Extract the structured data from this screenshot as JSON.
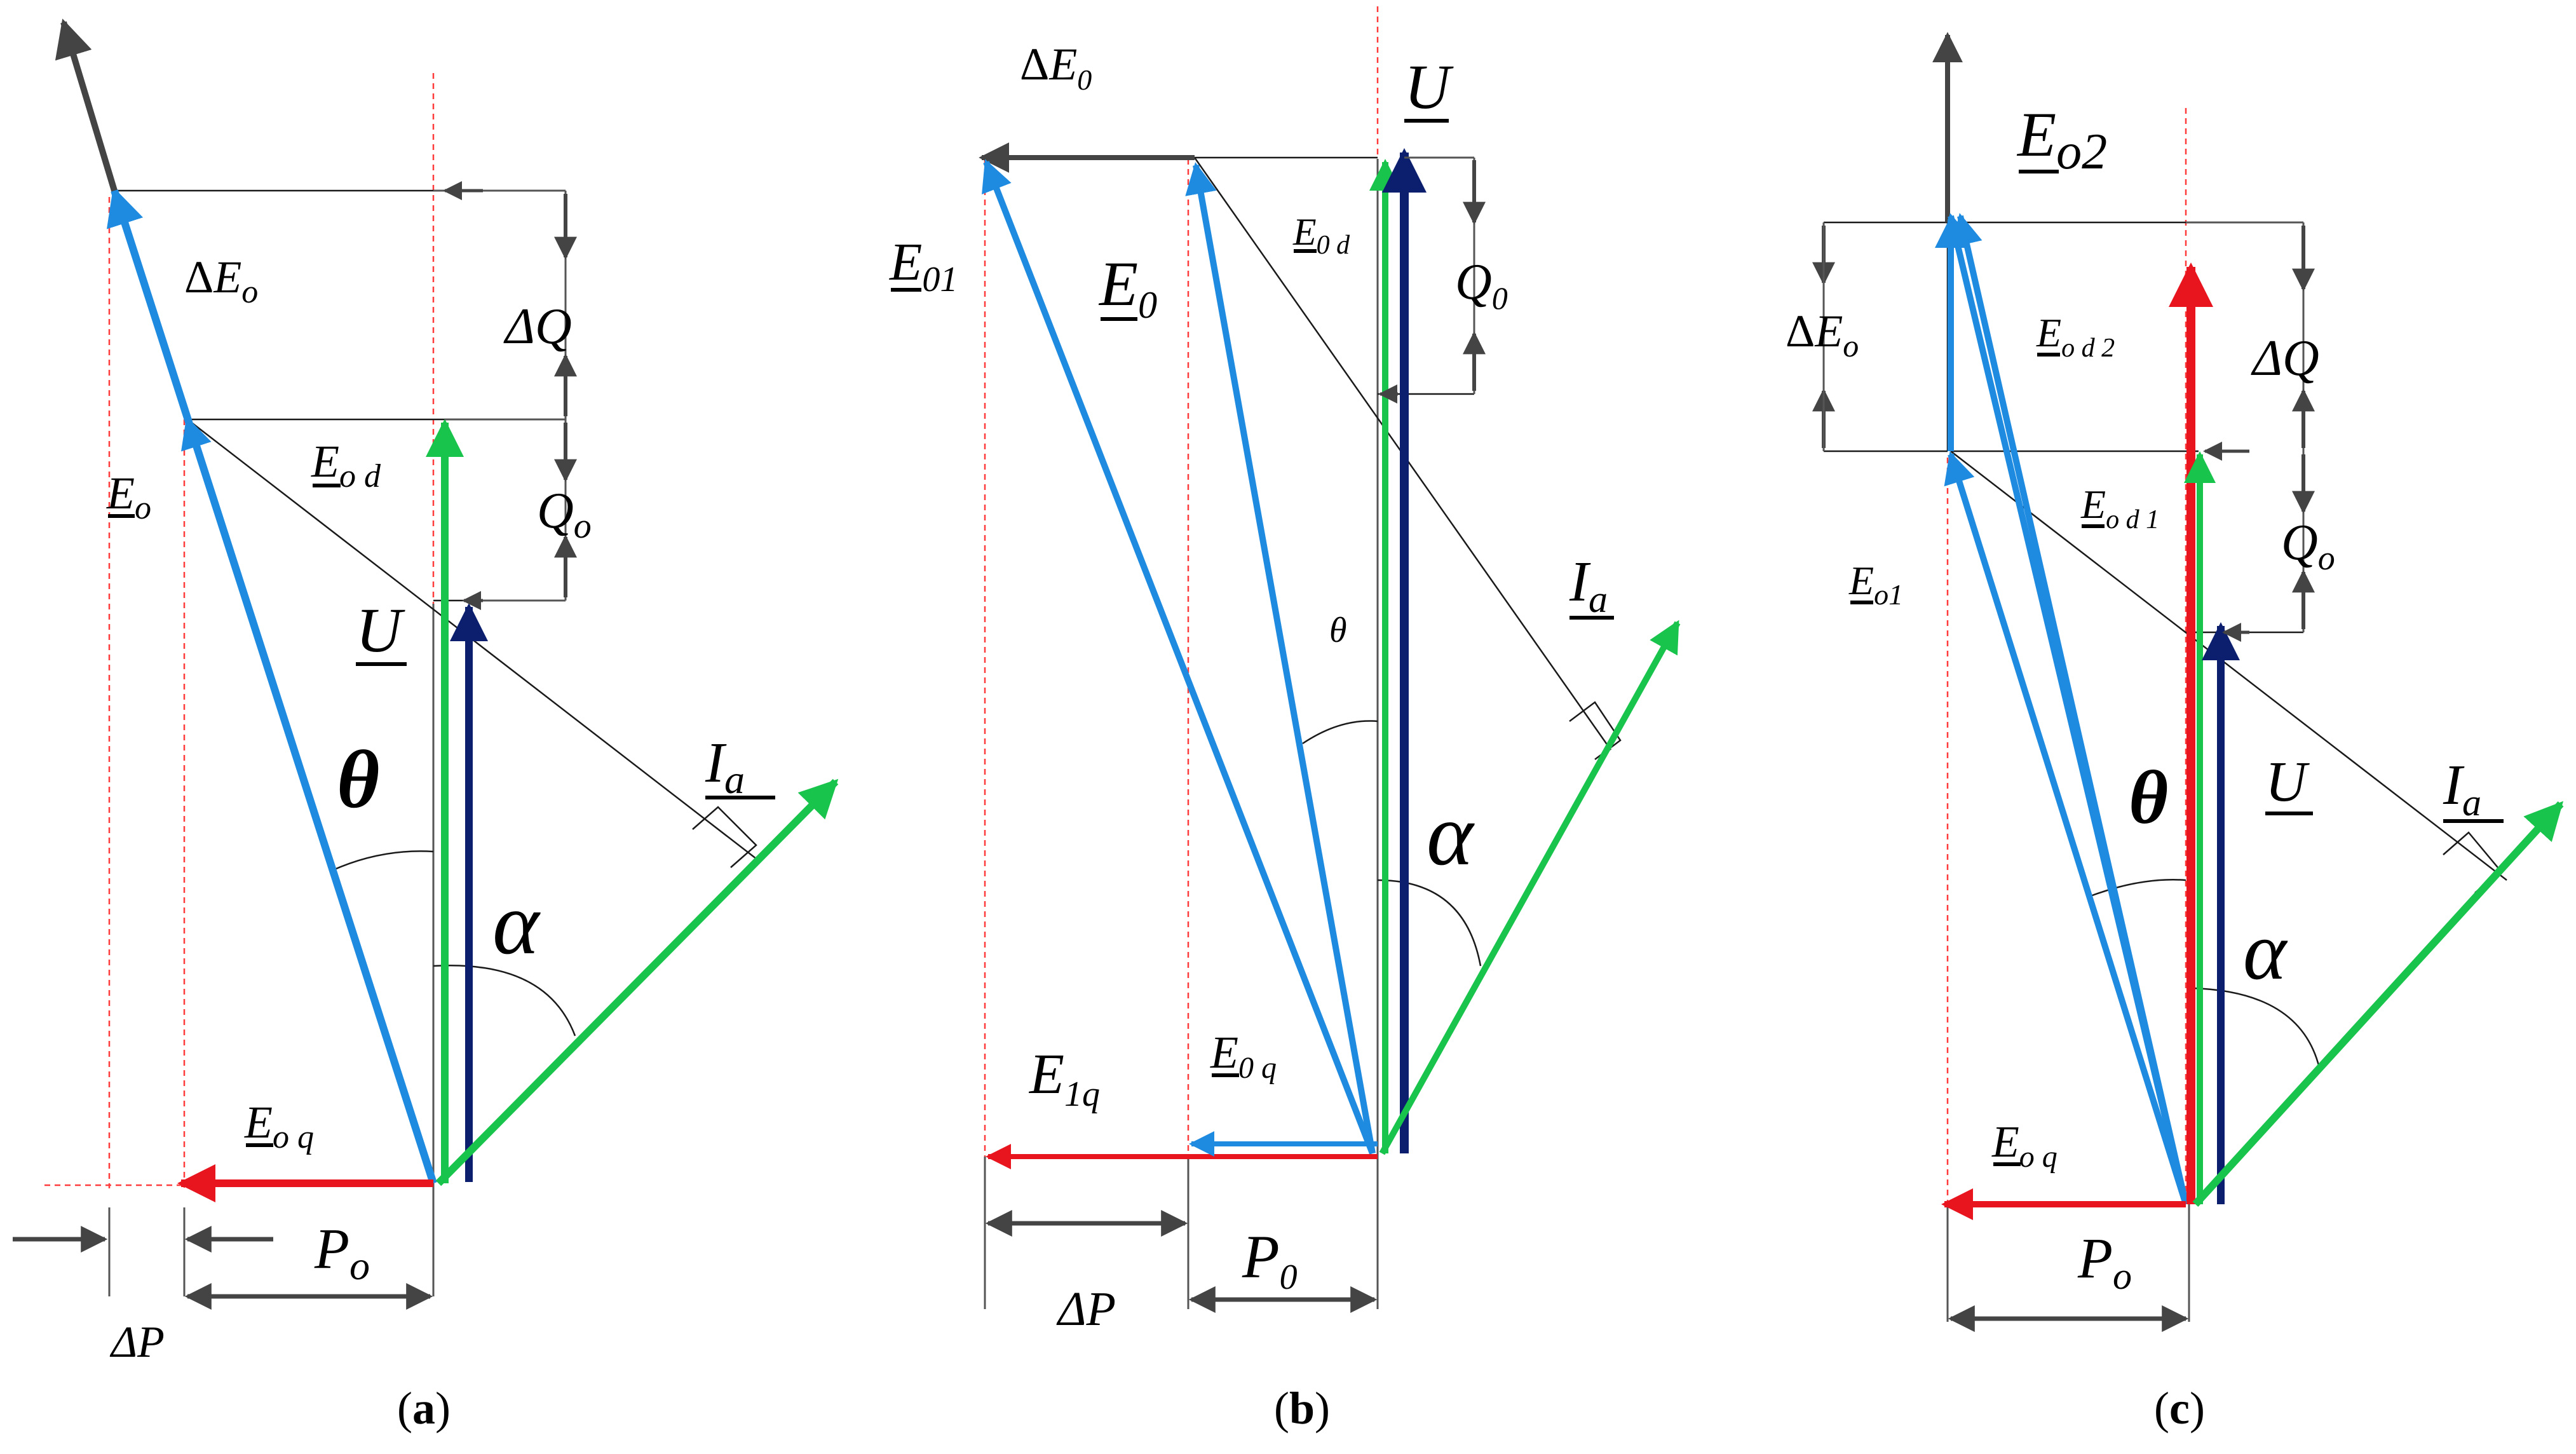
{
  "colors": {
    "blue": "#1f8be0",
    "green": "#19c44c",
    "navy": "#0b1f6e",
    "red": "#e8141e",
    "dark": "#444444",
    "guide": "#ff3b3b"
  },
  "panel_a": {
    "caption_open": "(",
    "caption_letter": "a",
    "caption_close": ")",
    "E_o": {
      "main": "E",
      "sub": "o"
    },
    "delta_E_o": {
      "prefix": "Δ",
      "main": "E",
      "sub": "o"
    },
    "E_od": {
      "main": "E",
      "sub": "o d"
    },
    "delta_Q": "ΔQ",
    "Q_o": {
      "main": "Q",
      "sub": "o"
    },
    "U": "U",
    "theta": "θ",
    "alpha": "α",
    "I_a": {
      "main": "I",
      "sub": "a"
    },
    "E_oq": {
      "main": "E",
      "sub": "o q"
    },
    "P_o": {
      "main": "P",
      "sub": "o"
    },
    "delta_P": "ΔP"
  },
  "panel_b": {
    "caption_open": "(",
    "caption_letter": "b",
    "caption_close": ")",
    "delta_E_0": {
      "prefix": "Δ",
      "main": "E",
      "sub": "0"
    },
    "U": "U",
    "E_01": {
      "main": "E",
      "sub": "01"
    },
    "E_0": {
      "main": "E",
      "sub": "0"
    },
    "E_0d": {
      "main": "E",
      "sub": "0 d"
    },
    "Q_0": {
      "main": "Q",
      "sub": "0"
    },
    "I_a": {
      "main": "I",
      "sub": "a"
    },
    "theta": "θ",
    "alpha": "α",
    "E_1q": {
      "main": "E",
      "sub": "1q"
    },
    "E_0q": {
      "main": "E",
      "sub": "0 q"
    },
    "P_0": {
      "main": "P",
      "sub": "0"
    },
    "delta_P": "ΔP"
  },
  "panel_c": {
    "caption_open": "(",
    "caption_letter": "c",
    "caption_close": ")",
    "E_o2": {
      "main": "E",
      "sub": "o2"
    },
    "delta_E_o": {
      "prefix": "Δ",
      "main": "E",
      "sub": "o"
    },
    "E_od2": {
      "main": "E",
      "sub": "o d 2"
    },
    "delta_Q": "ΔQ",
    "E_od1": {
      "main": "E",
      "sub": "o d 1"
    },
    "Q_o": {
      "main": "Q",
      "sub": "o"
    },
    "E_o1": {
      "main": "E",
      "sub": "o1"
    },
    "theta": "θ",
    "U": "U",
    "I_a": {
      "main": "I",
      "sub": "a"
    },
    "alpha": "α",
    "E_oq": {
      "main": "E",
      "sub": "o q"
    },
    "P_o": {
      "main": "P",
      "sub": "o"
    }
  }
}
